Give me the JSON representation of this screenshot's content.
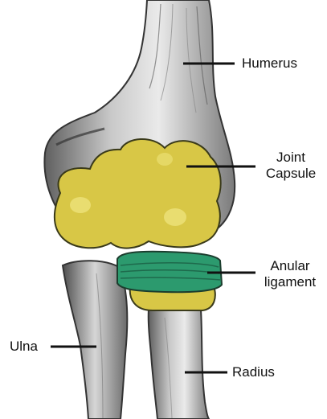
{
  "labels": {
    "humerus": "Humerus",
    "joint_capsule_line1": "Joint",
    "joint_capsule_line2": "Capsule",
    "anular_ligament_line1": "Anular",
    "anular_ligament_line2": "ligament",
    "ulna": "Ulna",
    "radius": "Radius"
  },
  "colors": {
    "joint_capsule": "#d8c746",
    "anular_ligament": "#2c9a6e",
    "bone": "#b9b9b9",
    "leader_line": "#111111"
  }
}
